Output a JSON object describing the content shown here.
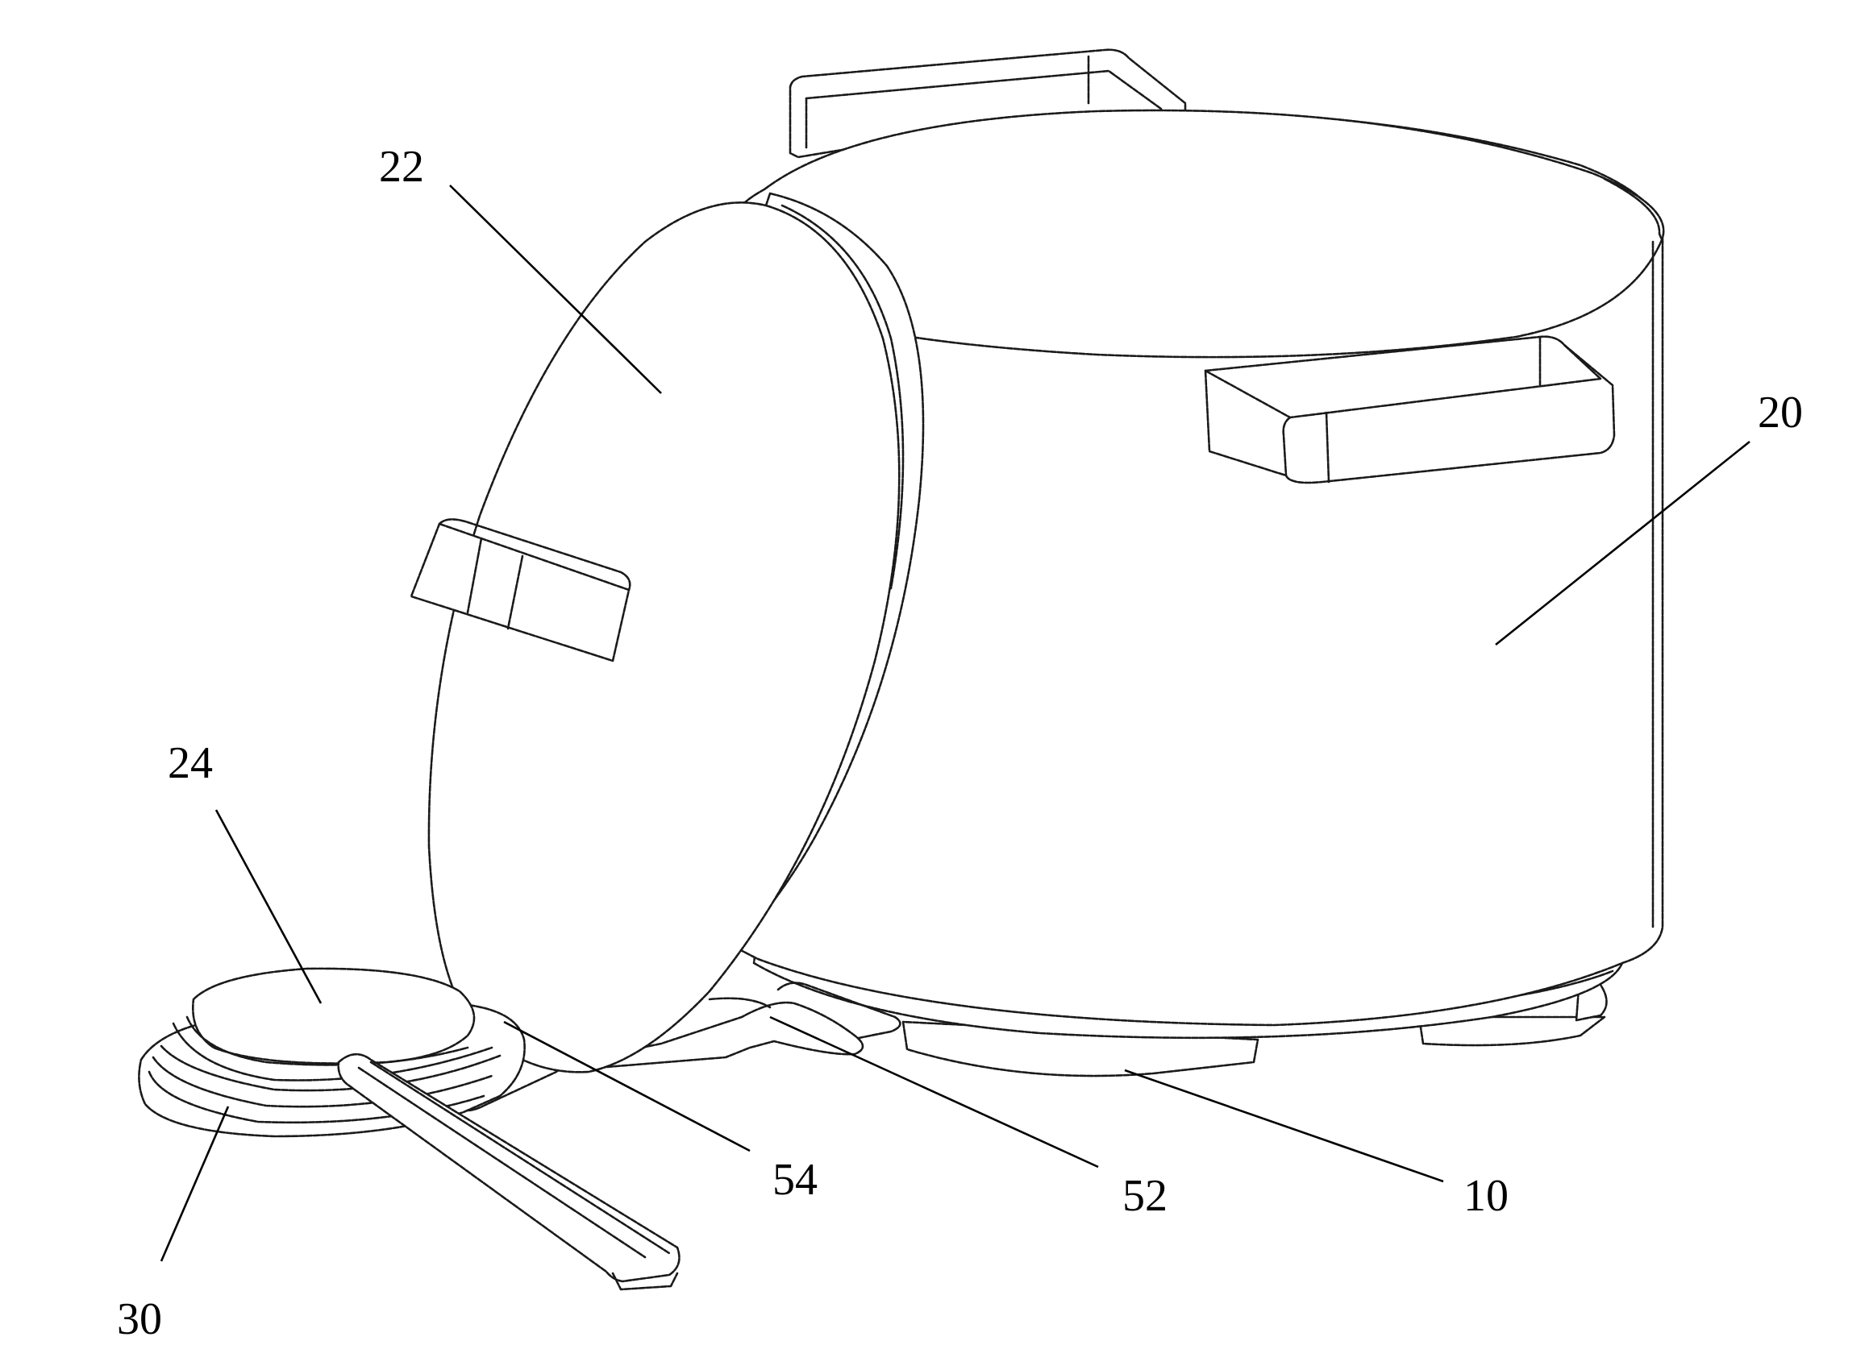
{
  "figure": {
    "background": "#ffffff",
    "line_color": "#1a1a1a",
    "reference_numerals": {
      "lid": "22",
      "pot_body": "20",
      "steam_cap": "24",
      "spoon_rest": "30",
      "hinge_arm": "54",
      "latch_arm": "52",
      "base": "10"
    }
  }
}
